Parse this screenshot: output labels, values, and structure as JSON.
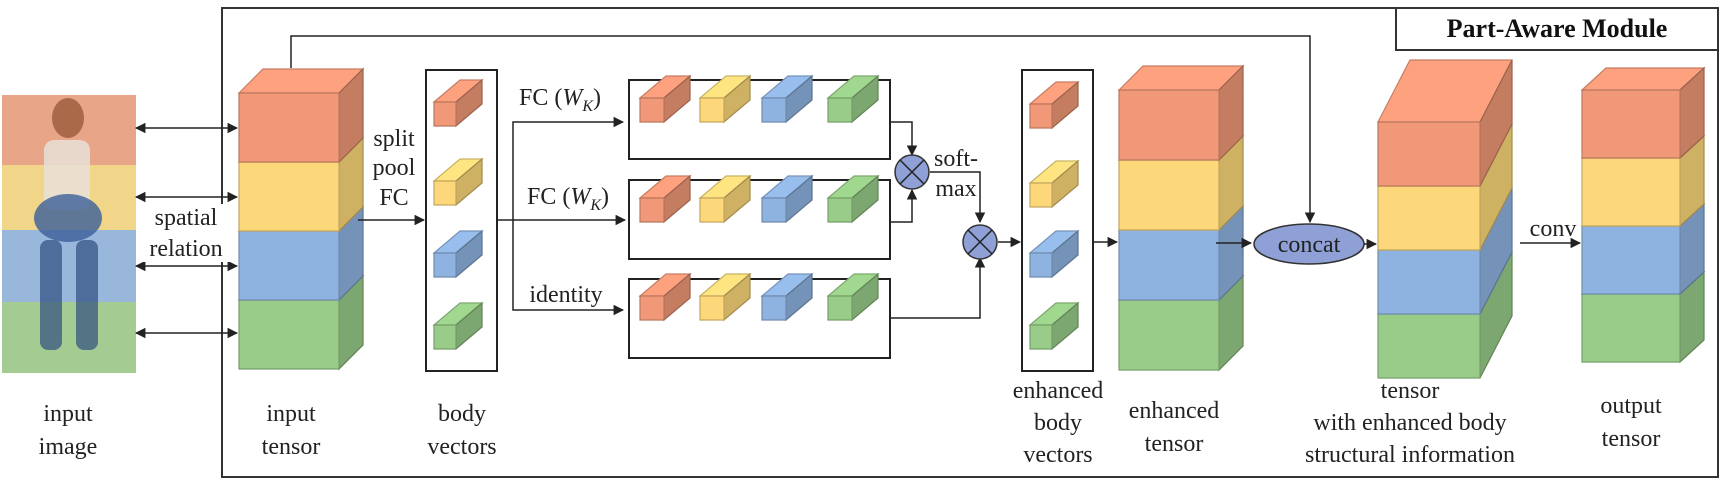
{
  "module": {
    "title": "Part-Aware Module"
  },
  "labels": {
    "input_image": [
      "input",
      "image"
    ],
    "spatial_relation": [
      "spatial",
      "relation"
    ],
    "input_tensor": [
      "input",
      "tensor"
    ],
    "split_pool_fc": [
      "split",
      "pool",
      "FC"
    ],
    "body_vectors": [
      "body",
      "vectors"
    ],
    "fc_wk_1": "FC (",
    "fc_wk_2": "FC (",
    "wk_symbol": "W",
    "wk_subscript": "K",
    "wk_close": ")",
    "identity": "identity",
    "softmax": [
      "soft-",
      "max"
    ],
    "enhanced_body_vectors": [
      "enhanced",
      "body",
      "vectors"
    ],
    "enhanced_tensor": [
      "enhanced",
      "tensor"
    ],
    "concat": "concat",
    "tensor_struct": [
      "tensor",
      "with enhanced body",
      "structural information"
    ],
    "conv": "conv",
    "output_tensor": [
      "output",
      "tensor"
    ]
  },
  "colors": {
    "red": "#f09878",
    "yellow": "#fcd87a",
    "blue": "#8fb3e0",
    "green": "#98cc88",
    "op_fill": "#8ea0d6",
    "stroke": "#333333"
  }
}
